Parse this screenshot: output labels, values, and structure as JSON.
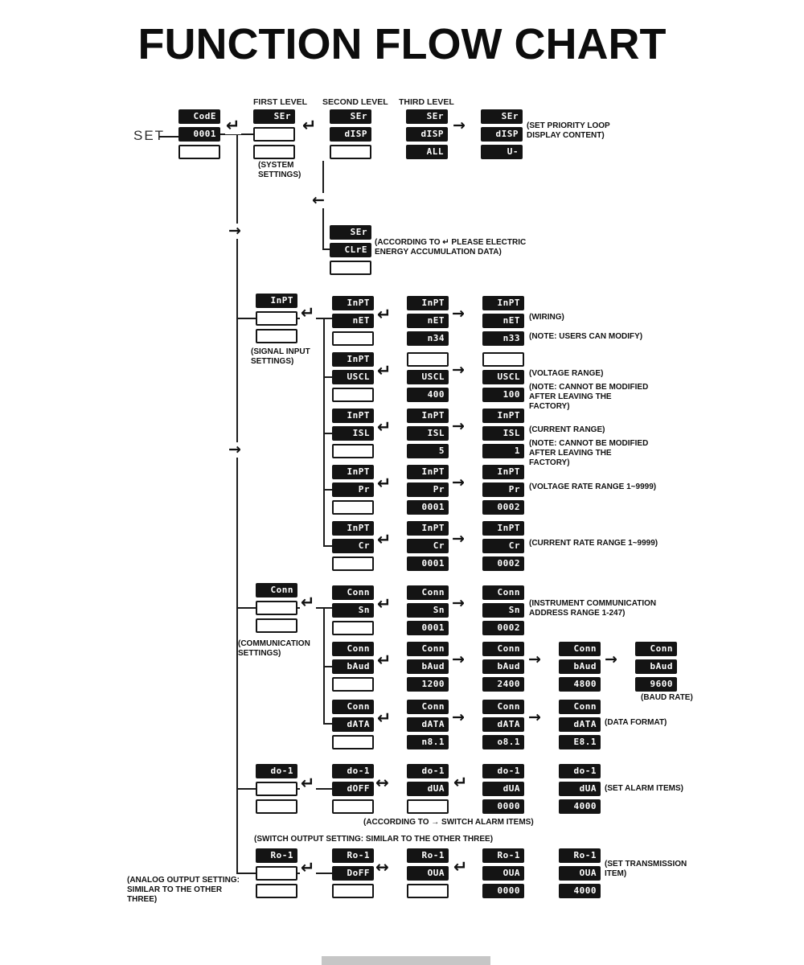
{
  "title": "FUNCTION FLOW CHART",
  "set_label": "SET",
  "levels": {
    "first": "FIRST LEVEL",
    "second": "SECOND LEVEL",
    "third": "THIRD LEVEL"
  },
  "icons": {
    "enter_arrow": "↵",
    "right_arrow": "→",
    "left_arrow": "←",
    "double_arrow": "↔"
  },
  "displays": {
    "code": [
      "CodE",
      "0001",
      ""
    ],
    "set_first": [
      "SEr",
      "",
      ""
    ],
    "set_second": [
      "SEr",
      "dISP",
      ""
    ],
    "set_third": [
      "SEr",
      "dISP",
      "ALL"
    ],
    "set_third_u": [
      "SEr",
      "dISP",
      "U-"
    ],
    "set_clre": [
      "SEr",
      "CLrE",
      ""
    ],
    "inpt_main": [
      "InPT",
      "",
      ""
    ],
    "net_a": [
      "InPT",
      "nET",
      ""
    ],
    "net_b": [
      "InPT",
      "nET",
      "n34"
    ],
    "net_c": [
      "InPT",
      "nET",
      "n33"
    ],
    "uscl_a": [
      "InPT",
      "USCL",
      ""
    ],
    "uscl_b": [
      "",
      "USCL",
      "400"
    ],
    "uscl_c": [
      "",
      "USCL",
      "100"
    ],
    "isl_a": [
      "InPT",
      "ISL",
      ""
    ],
    "isl_b": [
      "InPT",
      "ISL",
      "5"
    ],
    "isl_c": [
      "InPT",
      "ISL",
      "1"
    ],
    "pr_a": [
      "InPT",
      "Pr",
      ""
    ],
    "pr_b": [
      "InPT",
      "Pr",
      "0001"
    ],
    "pr_c": [
      "InPT",
      "Pr",
      "0002"
    ],
    "cr_a": [
      "InPT",
      "Cr",
      ""
    ],
    "cr_b": [
      "InPT",
      "Cr",
      "0001"
    ],
    "cr_c": [
      "InPT",
      "Cr",
      "0002"
    ],
    "conn_main": [
      "Conn",
      "",
      ""
    ],
    "sn_a": [
      "Conn",
      "Sn",
      ""
    ],
    "sn_b": [
      "Conn",
      "Sn",
      "0001"
    ],
    "sn_c": [
      "Conn",
      "Sn",
      "0002"
    ],
    "baud_a": [
      "Conn",
      "bAud",
      ""
    ],
    "baud_b": [
      "Conn",
      "bAud",
      "1200"
    ],
    "baud_c": [
      "Conn",
      "bAud",
      "2400"
    ],
    "baud_d": [
      "Conn",
      "bAud",
      "4800"
    ],
    "baud_e": [
      "Conn",
      "bAud",
      "9600"
    ],
    "data_a": [
      "Conn",
      "dATA",
      ""
    ],
    "data_b": [
      "Conn",
      "dATA",
      "n8.1"
    ],
    "data_c": [
      "Conn",
      "dATA",
      "o8.1"
    ],
    "data_d": [
      "Conn",
      "dATA",
      "E8.1"
    ],
    "do_main": [
      "do-1",
      "",
      ""
    ],
    "do_a": [
      "do-1",
      "dOFF",
      ""
    ],
    "do_b": [
      "do-1",
      "dUA",
      ""
    ],
    "do_c": [
      "do-1",
      "dUA",
      "0000"
    ],
    "do_d": [
      "do-1",
      "dUA",
      "4000"
    ],
    "ro_main": [
      "Ro-1",
      "",
      ""
    ],
    "ro_a": [
      "Ro-1",
      "DoFF",
      ""
    ],
    "ro_b": [
      "Ro-1",
      "OUA",
      ""
    ],
    "ro_c": [
      "Ro-1",
      "OUA",
      "0000"
    ],
    "ro_d": [
      "Ro-1",
      "OUA",
      "4000"
    ]
  },
  "annotations": {
    "priority_loop": "(SET PRIORITY LOOP DISPLAY CONTENT)",
    "system_settings": "(SYSTEM SETTINGS)",
    "clear_energy": "(ACCORDING TO ↵ PLEASE ELECTRIC ENERGY ACCUMULATION DATA)",
    "signal_input": "(SIGNAL INPUT SETTINGS)",
    "wiring": "(WIRING)",
    "note_modify": "(NOTE: USERS CAN MODIFY)",
    "voltage_range": "(VOLTAGE RANGE)",
    "note_factory_v": "(NOTE: CANNOT BE MODIFIED AFTER LEAVING THE FACTORY)",
    "current_range": "(CURRENT RANGE)",
    "note_factory_c": "(NOTE: CANNOT BE MODIFIED AFTER LEAVING THE FACTORY)",
    "voltage_rate": "(VOLTAGE RATE RANGE 1~9999)",
    "current_rate": "(CURRENT RATE RANGE 1~9999)",
    "comm_settings": "(COMMUNICATION SETTINGS)",
    "comm_address": "(INSTRUMENT COMMUNICATION ADDRESS RANGE 1-247)",
    "baud_rate": "(BAUD RATE)",
    "data_format": "(DATA FORMAT)",
    "alarm_items": "(SET ALARM ITEMS)",
    "switch_alarm": "(ACCORDING TO → SWITCH ALARM ITEMS)",
    "switch_output": "(SWITCH OUTPUT SETTING: SIMILAR TO THE OTHER THREE)",
    "transmission_item": "(SET TRANSMISSION ITEM)",
    "analog_output": "(ANALOG OUTPUT SETTING: SIMILAR TO THE OTHER THREE)"
  }
}
